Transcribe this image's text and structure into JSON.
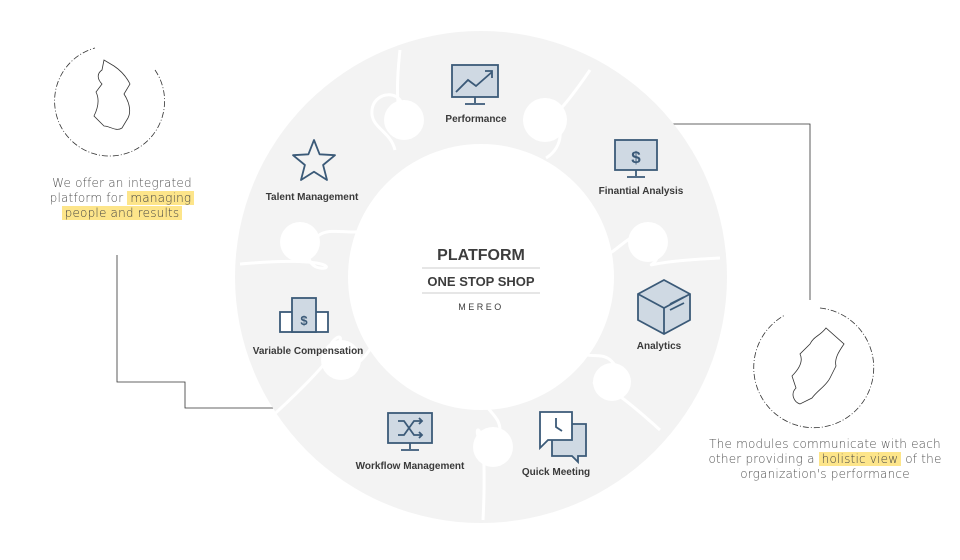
{
  "center": {
    "title": "PLATFORM",
    "subtitle": "ONE STOP SHOP",
    "logo": "MEREO"
  },
  "modules": [
    {
      "label": "Performance",
      "icon": "monitor-chart-icon"
    },
    {
      "label": "Finantial Analysis",
      "icon": "monitor-dollar-icon"
    },
    {
      "label": "Analytics",
      "icon": "cube-analytics-icon"
    },
    {
      "label": "Quick Meeting",
      "icon": "chat-clock-icon"
    },
    {
      "label": "Workflow Management",
      "icon": "monitor-shuffle-icon"
    },
    {
      "label": "Variable Compensation",
      "icon": "podium-dollar-icon"
    },
    {
      "label": "Talent Management",
      "icon": "star-icon"
    }
  ],
  "left_caption": {
    "line1": "We offer an integrated",
    "line2_pre": "platform for ",
    "highlight1": "managing",
    "highlight2": "people and results"
  },
  "right_caption": {
    "line1": "The modules communicate with each",
    "line2_pre": "other providing a ",
    "highlight": "holistic view",
    "line2_post": " of the",
    "line3": "organization's performance"
  },
  "colors": {
    "icon_stroke": "#3b5a78",
    "icon_fill": "#cfd9e3",
    "ring_fill": "#f3f3f3",
    "ring_seam": "#ffffff",
    "highlight": "#fde58a",
    "connector": "#333333"
  }
}
